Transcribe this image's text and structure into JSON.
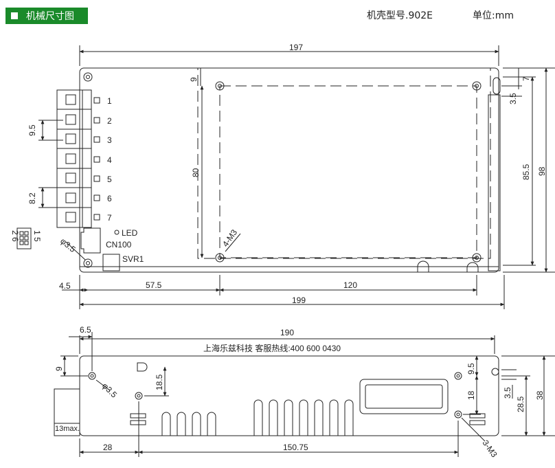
{
  "header": {
    "section_title": "机械尺寸图",
    "model": "机壳型号.902E",
    "unit": "单位:mm"
  },
  "top_view": {
    "dims": {
      "overall_length": "197",
      "total_length": "199",
      "offset_left": "4.5",
      "left_to_hole": "57.5",
      "hole_spacing": "120",
      "hole_span_vertical": "80",
      "top_hole_offset": "9",
      "height_total": "98",
      "height_inner": "85.5",
      "right_top": "7",
      "right_slot": "3.5",
      "pitch_a": "9.5",
      "pitch_b": "8.2",
      "corner_hole": "φ3.5",
      "mount_holes": "4-M3"
    },
    "terminals": [
      "1",
      "2",
      "3",
      "4",
      "5",
      "6",
      "7"
    ],
    "labels": {
      "led": "LED",
      "connector": "CN100",
      "trimmer": "SVR1",
      "pin_left": "2  6",
      "pin_right": "1  5"
    }
  },
  "side_view": {
    "dims": {
      "length": "190",
      "left_offset": "6.5",
      "left_hole": "9",
      "hole_dia": "φ3.5",
      "hole_gap": "18.5",
      "bottom_left": "28",
      "bottom_span": "150.75",
      "right_top": "9.5",
      "right_mid": "18",
      "right_slot": "3.5",
      "right_inner": "28.5",
      "height": "38",
      "mount_holes": "3-M3",
      "terminal_max": "13max."
    },
    "hotline": "上海乐兹科技 客服热线:400 600 0430"
  }
}
